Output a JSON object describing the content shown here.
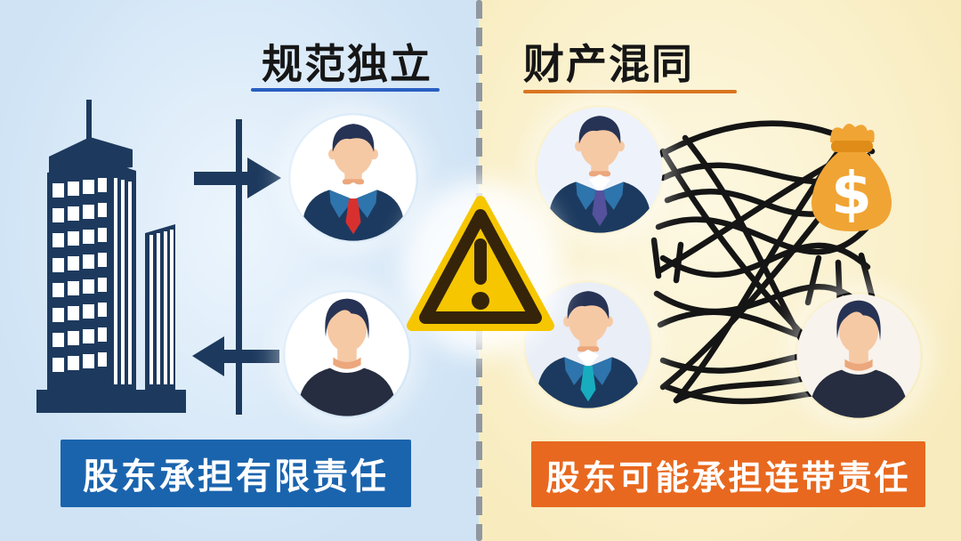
{
  "left": {
    "title": "规范独立",
    "banner": "股东承担有限责任"
  },
  "right": {
    "title": "财产混同",
    "banner": "股东可能承担连带责任",
    "money_symbol": "$"
  },
  "icons": {
    "building": "company-building-icon",
    "arrows": "two-way-separation-arrows-icon",
    "warning": "warning-triangle-icon",
    "money_bag": "money-bag-icon",
    "tangle": "commingled-assets-lines-icon",
    "avatars": [
      "shareholder-suit-red-tie",
      "shareholder-casual",
      "shareholder-suit-purple-tie",
      "shareholder-suit-teal-tie",
      "shareholder-casual-2"
    ]
  },
  "colors": {
    "left_bg": "#cfe3f5",
    "left_bg_light": "#ecf5fd",
    "right_bg": "#f8ecbf",
    "right_bg_light": "#fdf8e2",
    "divider": "#8f97a1",
    "ink": "#161616",
    "navy": "#1d3a5e",
    "left_accent": "#2a5fc2",
    "left_banner": "#1a64ae",
    "right_accent": "#d9741f",
    "right_banner": "#e8681f",
    "warning_yellow": "#f6c600",
    "warning_border": "#35240a",
    "money_orange": "#f0a434",
    "money_band": "#df8d18",
    "line_black": "#151515",
    "skin": "#f6c9a5",
    "skin_shadow": "#eca77c",
    "hair": "#273354",
    "suit": "#1c3a5f",
    "lapel": "#2e74ad",
    "shirt": "#ffffff",
    "tie_red": "#d8302f",
    "tie_purple": "#55519c",
    "tie_teal": "#17adbe",
    "casual_shirt": "#272d40"
  }
}
